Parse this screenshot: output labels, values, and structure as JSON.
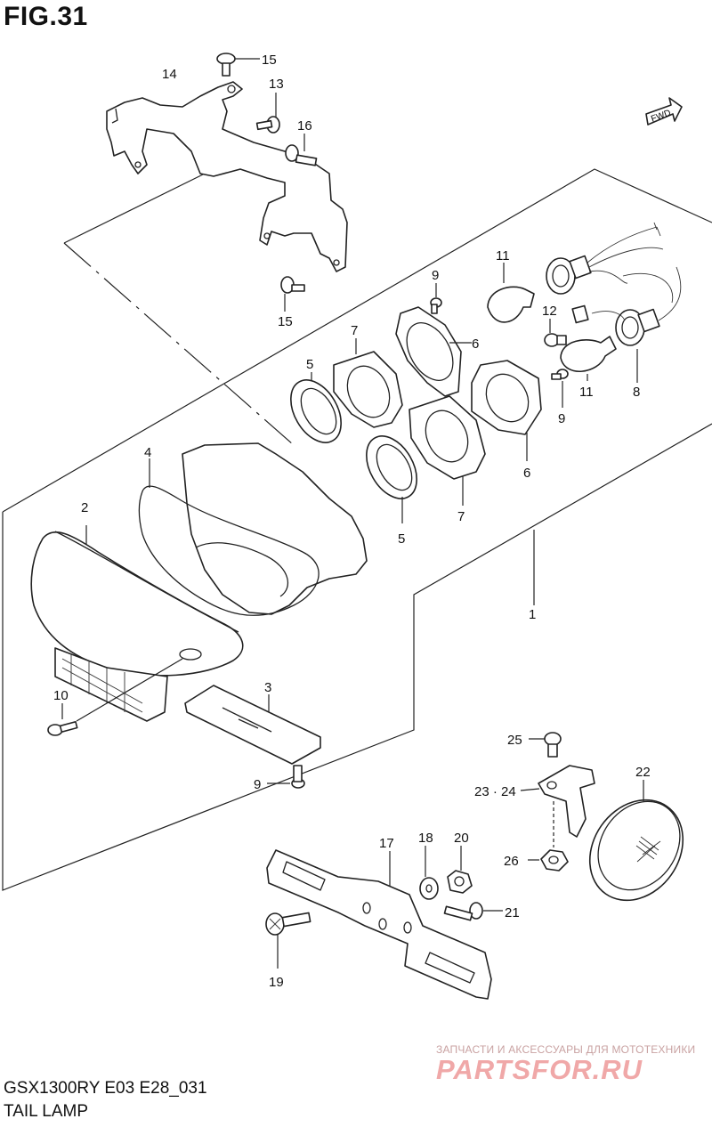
{
  "figure_title": "FIG.31",
  "model_code": "GSX1300RY E03 E28_031",
  "section_name": "TAIL LAMP",
  "fwd_label": "FWD",
  "watermark": {
    "tagline": "ЗАПЧАСТИ И АКСЕССУАРЫ ДЛЯ МОТОТЕХНИКИ",
    "logo": "PARTSFOR.RU"
  },
  "callouts": [
    {
      "id": "c15a",
      "label": "15"
    },
    {
      "id": "c14",
      "label": "14"
    },
    {
      "id": "c13",
      "label": "13"
    },
    {
      "id": "c16",
      "label": "16"
    },
    {
      "id": "c15b",
      "label": "15"
    },
    {
      "id": "c9a",
      "label": "9"
    },
    {
      "id": "c11a",
      "label": "11"
    },
    {
      "id": "c12",
      "label": "12"
    },
    {
      "id": "c7a",
      "label": "7"
    },
    {
      "id": "c6a",
      "label": "6"
    },
    {
      "id": "c5a",
      "label": "5"
    },
    {
      "id": "c8",
      "label": "8"
    },
    {
      "id": "c9b",
      "label": "9"
    },
    {
      "id": "c11b",
      "label": "11"
    },
    {
      "id": "c6b",
      "label": "6"
    },
    {
      "id": "c4",
      "label": "4"
    },
    {
      "id": "c7b",
      "label": "7"
    },
    {
      "id": "c5b",
      "label": "5"
    },
    {
      "id": "c2",
      "label": "2"
    },
    {
      "id": "c1",
      "label": "1"
    },
    {
      "id": "c3",
      "label": "3"
    },
    {
      "id": "c10",
      "label": "10"
    },
    {
      "id": "c9c",
      "label": "9"
    },
    {
      "id": "c25",
      "label": "25"
    },
    {
      "id": "c22",
      "label": "22"
    },
    {
      "id": "c2324",
      "label": "23 · 24"
    },
    {
      "id": "c26",
      "label": "26"
    },
    {
      "id": "c17",
      "label": "17"
    },
    {
      "id": "c18",
      "label": "18"
    },
    {
      "id": "c20",
      "label": "20"
    },
    {
      "id": "c21",
      "label": "21"
    },
    {
      "id": "c19",
      "label": "19"
    }
  ]
}
